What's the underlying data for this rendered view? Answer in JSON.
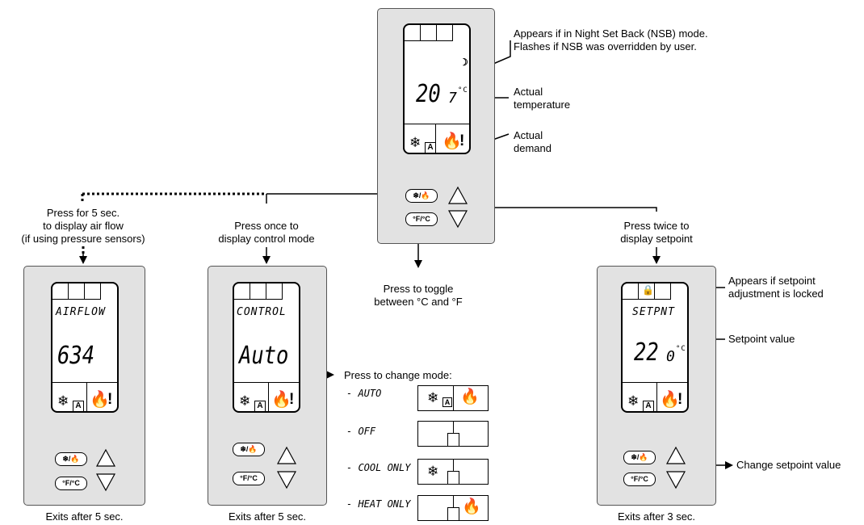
{
  "main_device": {
    "temperature_main": "20",
    "temperature_decimal": "7",
    "unit": "°C",
    "moon_icon": "crescent-moon-icon",
    "fan_mode_button": "❄/🔥",
    "unit_button": "°F/°C"
  },
  "annotations": {
    "nsb": [
      "Appears if in Night Set Back (NSB) mode.",
      "Flashes if NSB was overridden by user."
    ],
    "actual_temperature": [
      "Actual",
      "temperature"
    ],
    "actual_demand": [
      "Actual",
      "demand"
    ],
    "toggle_units": [
      "Press to toggle",
      "between °C and °F"
    ]
  },
  "airflow_screen": {
    "instruction": [
      "Press for 5 sec.",
      "to display air flow",
      "(if using pressure sensors)"
    ],
    "title": "AIRFLOW",
    "value": "634",
    "caption": "Exits after 5 sec."
  },
  "control_screen": {
    "instruction": [
      "Press once to",
      "display control mode"
    ],
    "title": "CONTROL",
    "value": "Auto",
    "caption": "Exits after 5 sec."
  },
  "mode_selection": {
    "heading": "Press to change mode:",
    "modes": [
      {
        "label": "- AUTO",
        "icons": [
          "snowflake-icon",
          "auto-mode-icon",
          "flame-icon"
        ]
      },
      {
        "label": "- OFF",
        "icons": []
      },
      {
        "label": "- COOL ONLY",
        "icons": [
          "snowflake-icon"
        ]
      },
      {
        "label": "- HEAT ONLY",
        "icons": [
          "flame-icon"
        ]
      }
    ]
  },
  "setpoint_screen": {
    "instruction": [
      "Press twice to",
      "display setpoint"
    ],
    "title": "SETPNT",
    "value_main": "22",
    "value_decimal": "0",
    "unit": "°C",
    "caption": "Exits after 3 sec.",
    "annotations": {
      "locked": [
        "Appears if setpoint",
        "adjustment is locked"
      ],
      "setpoint_value": "Setpoint value",
      "change_setpoint": "Change setpoint value"
    }
  }
}
